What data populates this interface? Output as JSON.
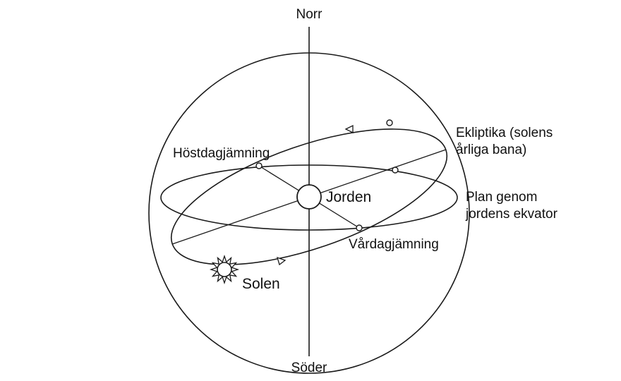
{
  "labels": {
    "north": "Norr",
    "south": "Söder",
    "ecliptic_line1": "Ekliptika (solens",
    "ecliptic_line2": "årliga bana)",
    "equator_line1": "Plan genom",
    "equator_line2": "jordens ekvator",
    "autumn_equinox": "Höstdagjämning",
    "spring_equinox": "Vårdagjämning",
    "earth": "Jorden",
    "sun": "Solen"
  },
  "colors": {
    "stroke": "#1a1a1a",
    "background": "#ffffff"
  }
}
